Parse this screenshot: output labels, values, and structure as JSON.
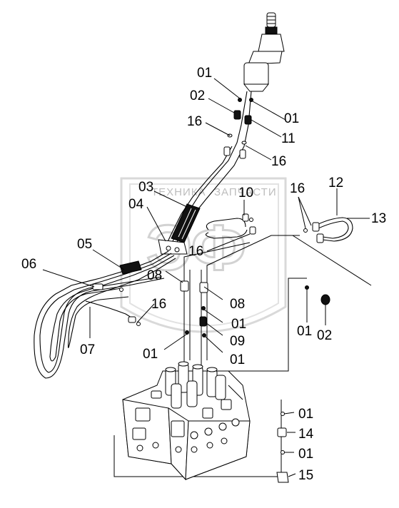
{
  "watermark": {
    "line1": "ТЕХНИКА",
    "line2": "ЗАПЧАСТИ",
    "big": "ЭФ",
    "colors": {
      "stroke": "#d2d2d2",
      "text": "#bdbdbd"
    }
  },
  "callouts": [
    {
      "id": "c01a",
      "text": "01"
    },
    {
      "id": "c02a",
      "text": "02"
    },
    {
      "id": "c16a",
      "text": "16"
    },
    {
      "id": "c01b",
      "text": "01"
    },
    {
      "id": "c11",
      "text": "11"
    },
    {
      "id": "c16b",
      "text": "16"
    },
    {
      "id": "c03",
      "text": "03"
    },
    {
      "id": "c10",
      "text": "10"
    },
    {
      "id": "c04",
      "text": "04"
    },
    {
      "id": "c16c",
      "text": "16"
    },
    {
      "id": "c12",
      "text": "12"
    },
    {
      "id": "c13",
      "text": "13"
    },
    {
      "id": "c05",
      "text": "05"
    },
    {
      "id": "c16d",
      "text": "16"
    },
    {
      "id": "c06",
      "text": "06"
    },
    {
      "id": "c08a",
      "text": "08"
    },
    {
      "id": "c16e",
      "text": "16"
    },
    {
      "id": "c08b",
      "text": "08"
    },
    {
      "id": "c07",
      "text": "07"
    },
    {
      "id": "c01c",
      "text": "01"
    },
    {
      "id": "c01d",
      "text": "01"
    },
    {
      "id": "c02b",
      "text": "02"
    },
    {
      "id": "c09",
      "text": "09"
    },
    {
      "id": "c01e",
      "text": "01"
    },
    {
      "id": "c01f",
      "text": "01"
    },
    {
      "id": "c01g",
      "text": "01"
    },
    {
      "id": "c14",
      "text": "14"
    },
    {
      "id": "c01h",
      "text": "01"
    },
    {
      "id": "c15",
      "text": "15"
    }
  ]
}
